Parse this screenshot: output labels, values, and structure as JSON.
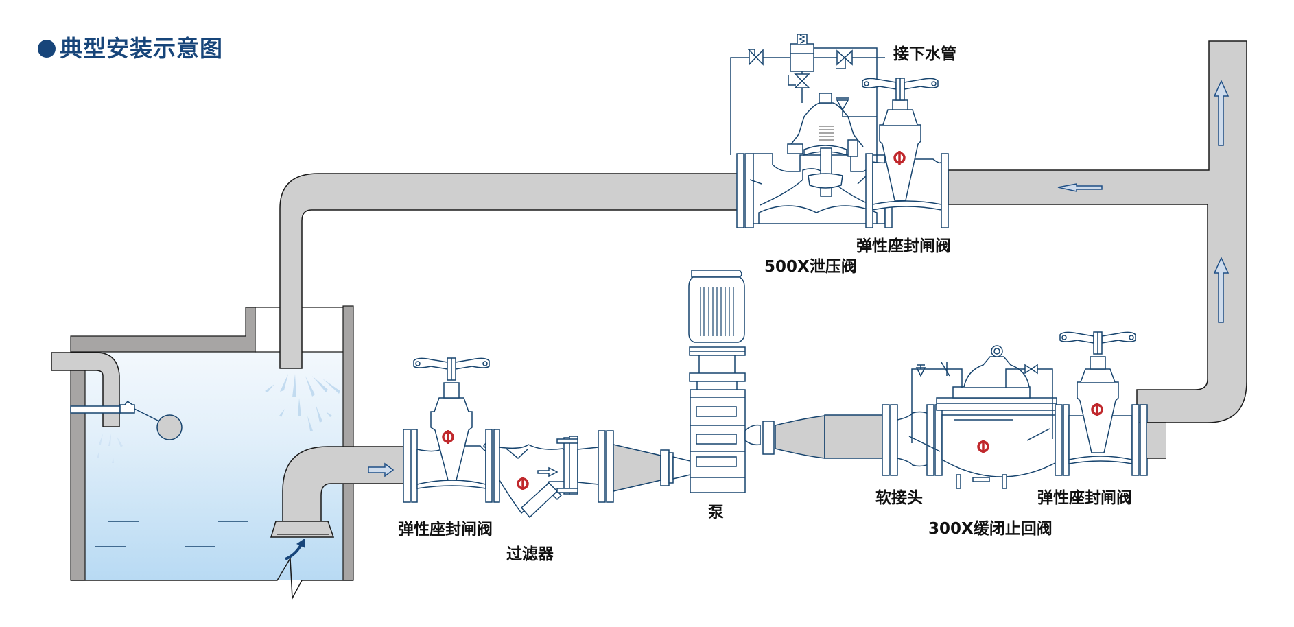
{
  "title": "典型安装示意图",
  "colors": {
    "title": "#17457a",
    "pipe": "#cfcfcf",
    "wall": "#a7a5a4",
    "outline": "#17446e",
    "water_top": "#eef5fc",
    "water_bottom": "#b9dbf3",
    "valve_marker": "#c0282c"
  },
  "labels": {
    "drain": "接下水管",
    "pressure_relief_valve": "500X泄压阀",
    "gate_valve_top": "弹性座封闸阀",
    "gate_valve_left": "弹性座封闸阀",
    "strainer": "过滤器",
    "pump": "泵",
    "flexible_joint": "软接头",
    "check_valve": "300X缓闭止回阀",
    "gate_valve_right": "弹性座封闸阀"
  },
  "flow_arrows": [
    "right",
    "right",
    "left",
    "up",
    "up"
  ],
  "icons": {
    "title_bullet": "filled-circle",
    "valve_marker": "red-circle-bar"
  }
}
